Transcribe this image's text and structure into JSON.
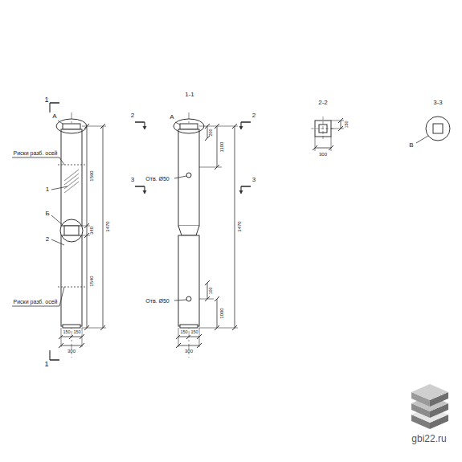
{
  "diagram": {
    "labels": [
      "1",
      "А",
      "Риски разб. осей",
      "1",
      "Б",
      "2",
      "Риски разб. осей",
      "1",
      "1590",
      "340",
      "1540",
      "3470",
      "150",
      "150",
      "300",
      "1-1",
      "А",
      "2",
      "2",
      "3",
      "3",
      "Отв. Ø50",
      "Отв. Ø50",
      "200",
      "1100",
      "3470",
      "100",
      "1000",
      "150",
      "150",
      "300",
      "2-2",
      "150",
      "300",
      "3-3",
      "В",
      "gbi22.ru"
    ]
  }
}
